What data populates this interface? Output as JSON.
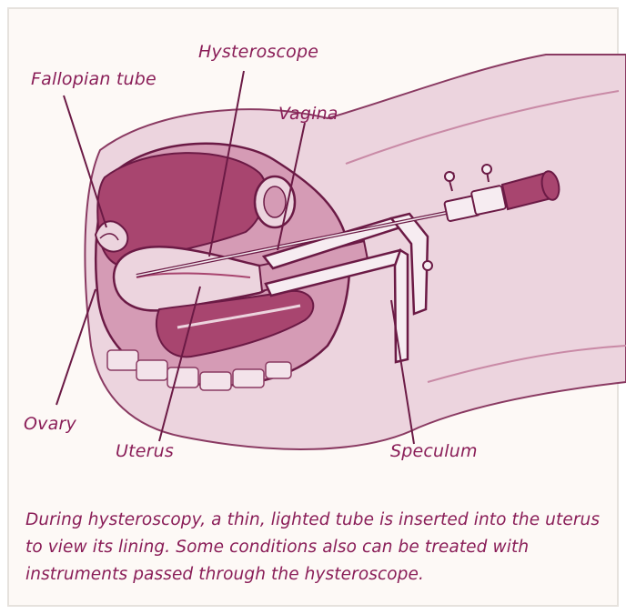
{
  "labels": {
    "fallopian_tube": "Fallopian tube",
    "hysteroscope": "Hysteroscope",
    "vagina": "Vagina",
    "ovary": "Ovary",
    "uterus": "Uterus",
    "speculum": "Speculum"
  },
  "caption": "During hysteroscopy, a thin, lighted tube is inserted into the uterus to view its lining. Some conditions also can be treated with instruments passed through the hysteroscope.",
  "colors": {
    "label_text": "#8a1e58",
    "outline": "#6b1a45",
    "dark_fill": "#a8456f",
    "mid_fill": "#d59bb5",
    "light_fill": "#ecd4de",
    "background": "#fdf9f6"
  }
}
